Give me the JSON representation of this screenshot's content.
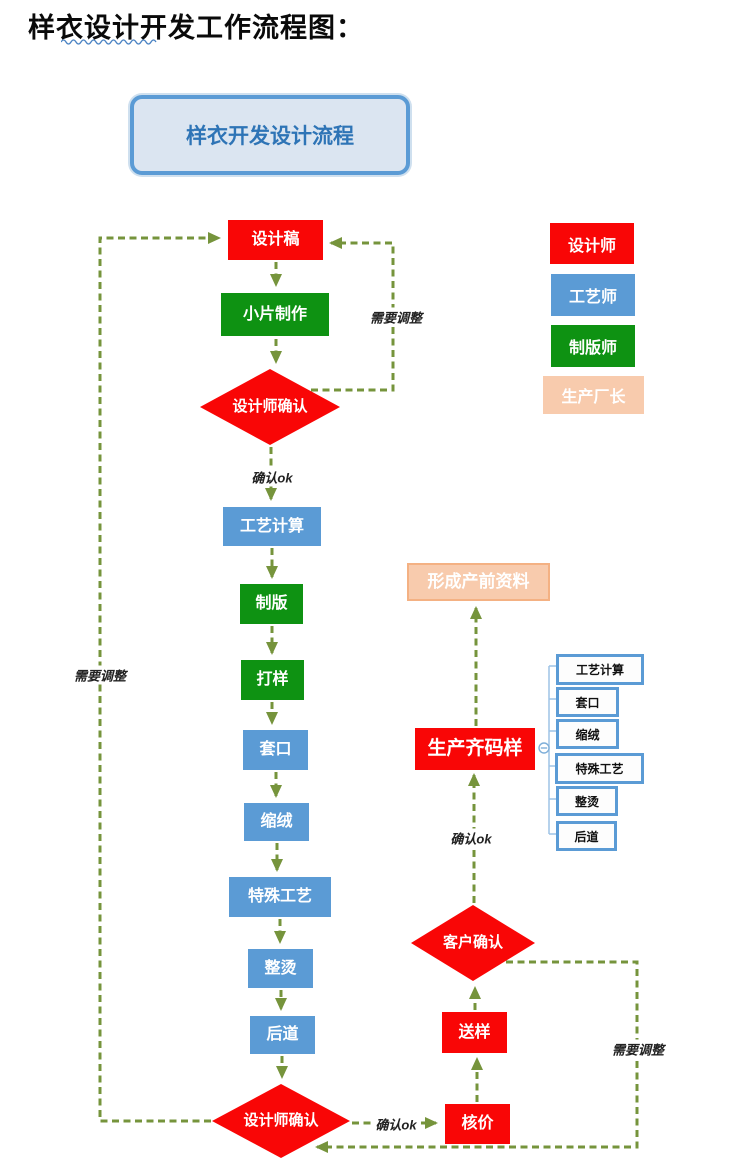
{
  "title": "样衣设计开发工作流程图：",
  "flow_title": "样衣开发设计流程",
  "nodes": {
    "design_draft": "设计稿",
    "swatch_making": "小片制作",
    "designer_confirm_1": "设计师确认",
    "process_calc": "工艺计算",
    "pattern_making": "制版",
    "sampling": "打样",
    "linking": "套口",
    "shrinking": "缩绒",
    "special_process": "特殊工艺",
    "ironing": "整烫",
    "finishing": "后道",
    "designer_confirm_2": "设计师确认",
    "pre_production_docs": "形成产前资料",
    "full_size_sample": "生产齐码样",
    "customer_confirm": "客户确认",
    "send_sample": "送样",
    "price_check": "核价"
  },
  "subnodes": [
    "工艺计算",
    "套口",
    "缩绒",
    "特殊工艺",
    "整烫",
    "后道"
  ],
  "legend": [
    {
      "label": "设计师",
      "color": "#F90606"
    },
    {
      "label": "工艺师",
      "color": "#5B9BD5"
    },
    {
      "label": "制版师",
      "color": "#0E9212"
    },
    {
      "label": "生产厂长",
      "color": "#F8CBAD"
    }
  ],
  "edge_labels": {
    "need_adjust_top": "需要调整",
    "confirm_ok_top": "确认ok",
    "need_adjust_left": "需要调整",
    "confirm_ok_right": "确认ok",
    "need_adjust_bottom": "需要调整",
    "confirm_ok_bottom": "确认ok"
  },
  "icons": {
    "collapse_toggle": "minus-circle-icon"
  },
  "colors": {
    "node_red": "#F90606",
    "node_green": "#0E9212",
    "node_blue": "#5B9BD5",
    "node_peach": "#F8CBAD",
    "arrow_olive": "#76943C",
    "tree_line_blue": "#9DC3E6",
    "flow_title_bg": "#DBE5F1",
    "flow_title_border": "#5B9BD5",
    "flow_title_text": "#2E74B6"
  }
}
